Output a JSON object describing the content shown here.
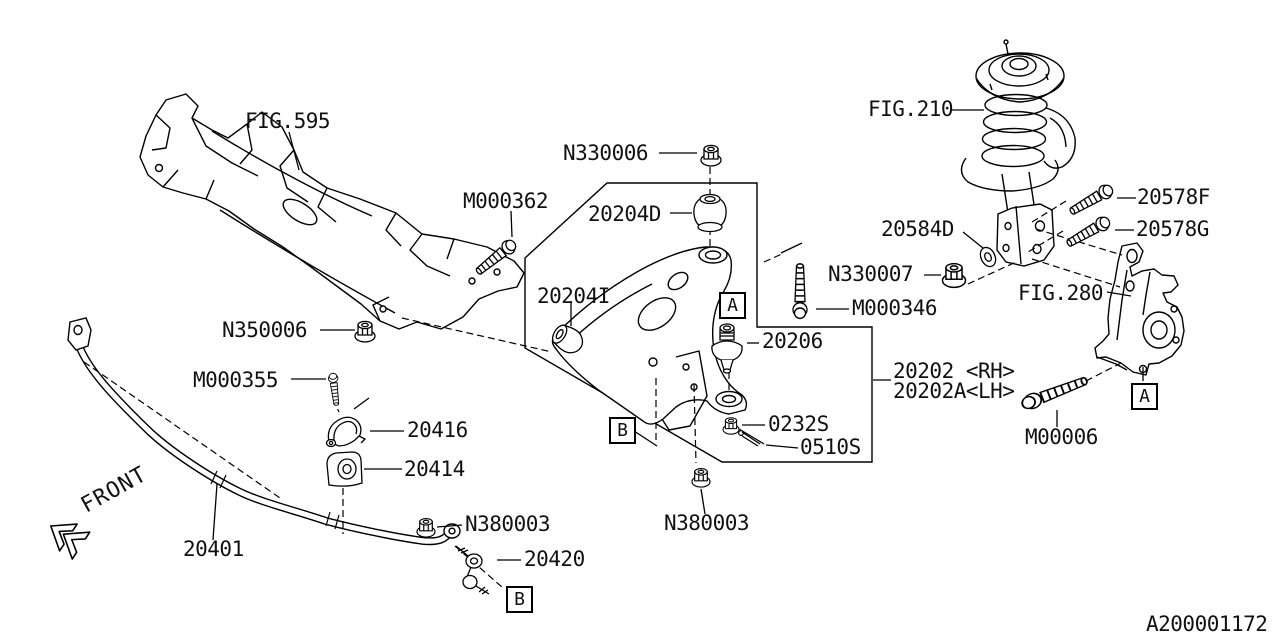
{
  "page": {
    "doc_number": "A200001172",
    "front_label": "FRONT",
    "colors": {
      "background": "#ffffff",
      "line": "#000000"
    }
  },
  "figures": {
    "fig595": "FIG.595",
    "fig210": "FIG.210",
    "fig280": "FIG.280"
  },
  "parts": {
    "n330006": "N330006",
    "m000362": "M000362",
    "p20204d": "20204D",
    "p20204i": "20204I",
    "n350006": "N350006",
    "m000355": "M000355",
    "p20416": "20416",
    "p20414": "20414",
    "p20401": "20401",
    "n380003_left": "N380003",
    "p20420": "20420",
    "n380003_center": "N380003",
    "p20206": "20206",
    "p0232s": "0232S",
    "p0510s": "0510S",
    "n330007": "N330007",
    "m000346": "M000346",
    "p20584d": "20584D",
    "p20578f": "20578F",
    "p20578g": "20578G",
    "m00006": "M00006",
    "p20202_rh": "20202 <RH>",
    "p20202_lh": "20202A<LH>"
  },
  "markers": {
    "a": "A",
    "b": "B"
  }
}
